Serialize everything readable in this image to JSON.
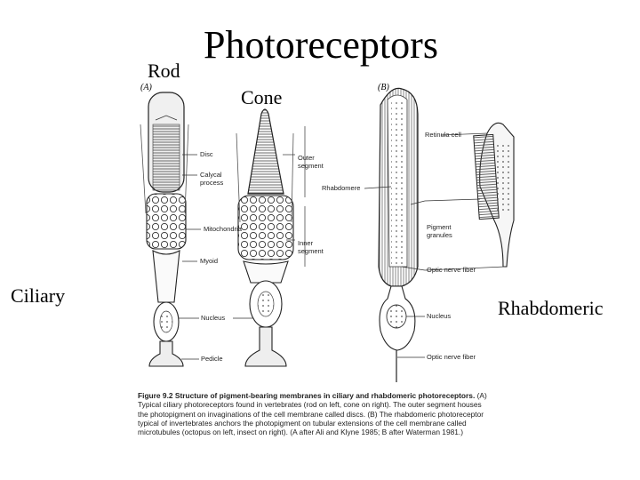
{
  "title": "Photoreceptors",
  "labels": {
    "rod": "Rod",
    "cone": "Cone",
    "ciliary": "Ciliary",
    "rhabdomeric": "Rhabdomeric"
  },
  "figure": {
    "panel_a": "(A)",
    "panel_b": "(B)",
    "annotations_a": {
      "disc": "Disc",
      "calycal_process_1": "Calycal",
      "calycal_process_2": "process",
      "outer_segment_1": "Outer",
      "outer_segment_2": "segment",
      "mitochondria": "Mitochondria",
      "inner_segment_1": "Inner",
      "inner_segment_2": "segment",
      "myoid": "Myoid",
      "nucleus": "Nucleus",
      "pedicle": "Pedicle"
    },
    "annotations_b": {
      "retinula_cell": "Retinula cell",
      "rhabdomere": "Rhabdomere",
      "pigment_granules_1": "Pigment",
      "pigment_granules_2": "granules",
      "optic_nerve_fiber": "Optic nerve fiber",
      "nucleus": "Nucleus",
      "optic_nerve_fiber_2": "Optic nerve fiber"
    },
    "caption": {
      "heading": "Figure 9.2   Structure of pigment-bearing membranes in ciliary and rhabdomeric photoreceptors.",
      "body": "(A) Typical ciliary photoreceptors found in vertebrates (rod on left, cone on right). The outer segment houses the photopigment on invaginations of the cell membrane called discs. (B) The rhabdomeric photoreceptor typical of invertebrates anchors the photopigment on tubular extensions of the cell membrane called microtubules (octopus on left, insect on right). (A after Ali and Klyne 1985; B after Waterman 1981.)"
    }
  },
  "colors": {
    "ink": "#222222",
    "background": "#ffffff"
  }
}
